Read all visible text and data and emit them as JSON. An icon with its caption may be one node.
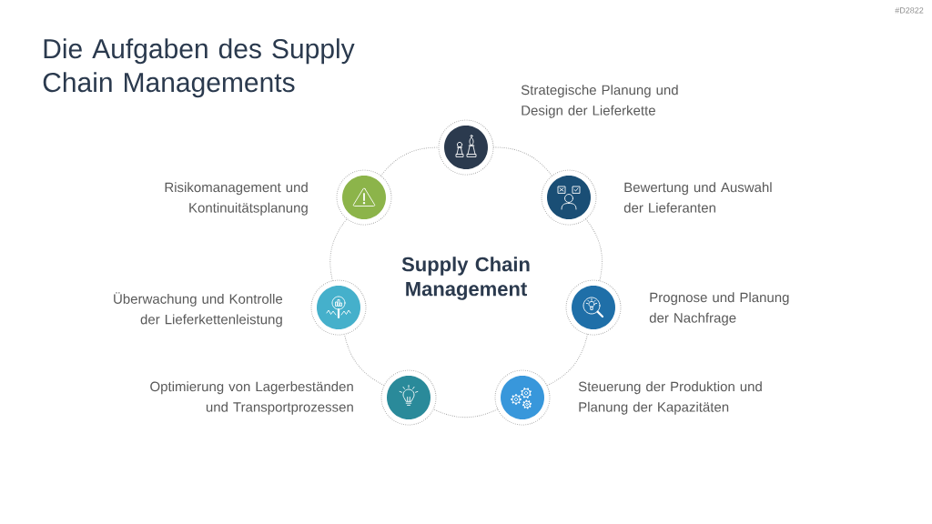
{
  "diagram": {
    "title": "Die Aufgaben des Supply Chain Managements",
    "nodes": [
      {
        "text": [],
        "shape": "circle",
        "beside": [
          "Strategische Planung und Design der Lieferkette"
        ]
      },
      {
        "text": [],
        "shape": "circle",
        "beside": [
          "Bewertung und Auswahl der Lieferanten"
        ]
      },
      {
        "text": [],
        "shape": "circle",
        "beside": [
          "Prognose und Planung der Nachfrage"
        ]
      },
      {
        "text": [],
        "shape": "circle",
        "beside": [
          "Steuerung der Produktion und Planung der Kapazitäten"
        ]
      },
      {
        "text": [],
        "shape": "circle",
        "beside": [
          "Optimierung von Lagerbeständen und Transportprozessen"
        ]
      },
      {
        "text": [],
        "shape": "circle",
        "beside": [
          "Überwachung und Kontrolle der Lieferkettenleistung"
        ]
      },
      {
        "text": [],
        "shape": "circle",
        "beside": [
          "Risikomanagement und Kontinuitätsplanung"
        ]
      }
    ],
    "edges": [
      {
        "from": 0,
        "to": 1,
        "arrow": "none",
        "style": "dashed"
      },
      {
        "from": 1,
        "to": 2,
        "arrow": "none",
        "style": "dashed"
      },
      {
        "from": 2,
        "to": 3,
        "arrow": "none",
        "style": "dashed"
      },
      {
        "from": 3,
        "to": 4,
        "arrow": "none",
        "style": "dashed"
      },
      {
        "from": 4,
        "to": 5,
        "arrow": "none",
        "style": "dashed"
      },
      {
        "from": 5,
        "to": 6,
        "arrow": "none",
        "style": "dashed"
      },
      {
        "from": 6,
        "to": 0,
        "arrow": "none",
        "style": "dashed"
      }
    ],
    "labels": [
      "#D2822",
      "Supply Chain Management"
    ]
  }
}
